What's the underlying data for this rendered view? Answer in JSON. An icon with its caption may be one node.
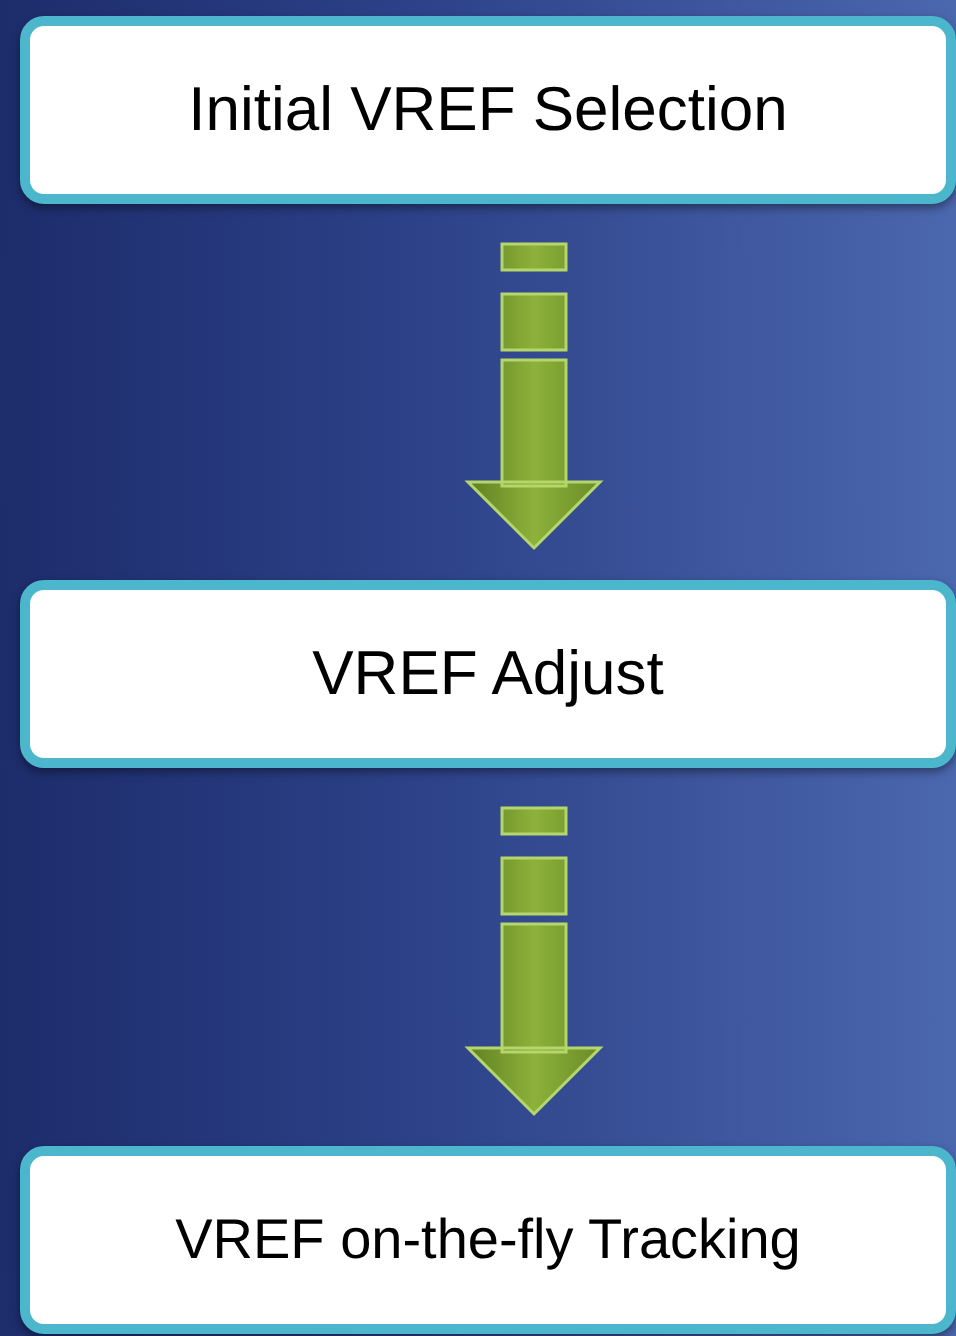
{
  "diagram": {
    "nodes": [
      {
        "text": [
          "Initial VREF Selection"
        ]
      },
      {
        "text": [
          "VREF Adjust"
        ]
      },
      {
        "text": [
          "VREF on-the-fly Tracking"
        ]
      }
    ],
    "edges": [
      {
        "from": 0,
        "to": 1,
        "arrow": "to"
      },
      {
        "from": 1,
        "to": 2,
        "arrow": "to"
      }
    ]
  }
}
